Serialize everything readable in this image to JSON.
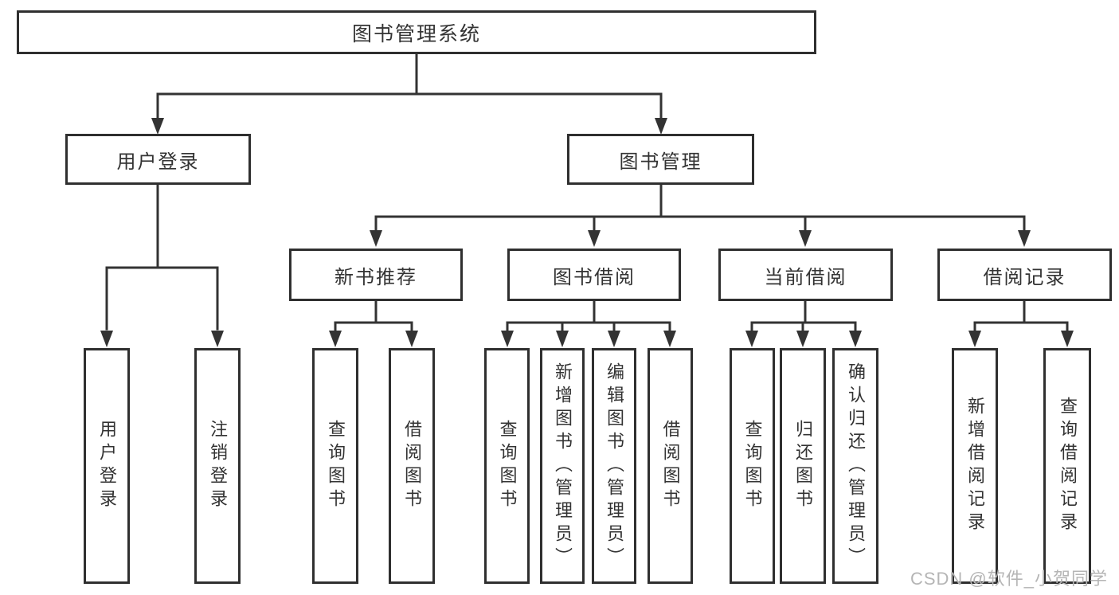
{
  "tree": {
    "label": "图书管理系统",
    "children": [
      {
        "label": "用户登录",
        "children": [
          {
            "label": "用户登录"
          },
          {
            "label": "注销登录"
          }
        ]
      },
      {
        "label": "图书管理",
        "children": [
          {
            "label": "新书推荐",
            "children": [
              {
                "label": "查询图书"
              },
              {
                "label": "借阅图书"
              }
            ]
          },
          {
            "label": "图书借阅",
            "children": [
              {
                "label": "查询图书"
              },
              {
                "label": "新增图书（管理员）"
              },
              {
                "label": "编辑图书（管理员）"
              },
              {
                "label": "借阅图书"
              }
            ]
          },
          {
            "label": "当前借阅",
            "children": [
              {
                "label": "查询图书"
              },
              {
                "label": "归还图书"
              },
              {
                "label": "确认归还（管理员）"
              }
            ]
          },
          {
            "label": "借阅记录",
            "children": [
              {
                "label": "新增借阅记录"
              },
              {
                "label": "查询借阅记录"
              }
            ]
          }
        ]
      }
    ]
  },
  "watermark": "CSDN @软件_小贺同学",
  "colors": {
    "line": "#333333",
    "box_border": "#2f2f2f",
    "text": "#333333",
    "watermark": "#b5b5b5",
    "background": "#ffffff"
  }
}
